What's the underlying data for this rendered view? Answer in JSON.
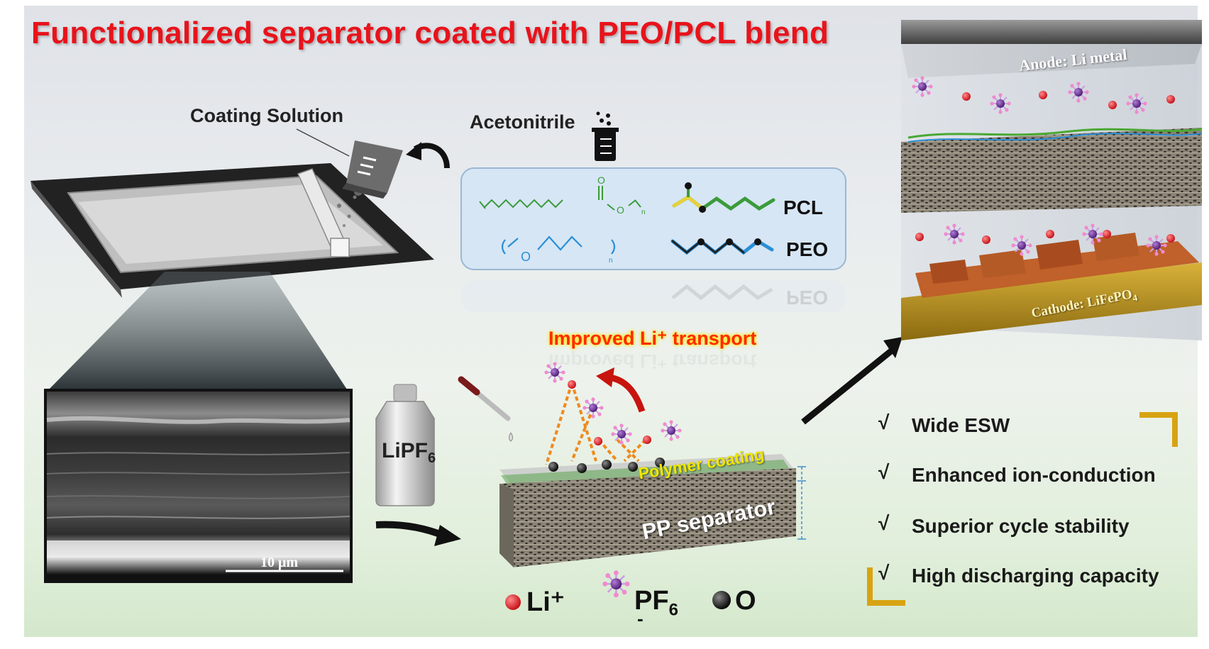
{
  "title": "Functionalized separator coated with PEO/PCL blend",
  "coating_solution_label": "Coating Solution",
  "acetonitrile_label": "Acetonitrile",
  "polymers": {
    "pcl_label": "PCL",
    "peo_label": "PEO",
    "carbonyl_o": "O",
    "ester_o": "O",
    "ether_o": "O",
    "subscript_n": "n"
  },
  "improved_transport": "Improved Li⁺ transport",
  "bottle_label": "LiPF",
  "bottle_sub": "6",
  "sem_scale": "10 μm",
  "coating_label": "Polymer coating",
  "separator_label": "PP separator",
  "legend": {
    "li": "Li⁺",
    "pf6": "PF",
    "pf6_sub": "6",
    "pf6_charge": "-",
    "o": "O"
  },
  "battery": {
    "anode": "Anode: Li metal",
    "cathode": "Cathode: LiFePO",
    "cathode_sub": "4"
  },
  "features": {
    "check": "√",
    "items": [
      "Wide ESW",
      "Enhanced ion-conduction",
      "Superior cycle stability",
      "High discharging capacity"
    ]
  },
  "colors": {
    "title": "#e8131b",
    "li_ion": "#e3141b",
    "pf6": "#6a2c91",
    "oxygen": "#1b1b1b",
    "pcl_chain": "#4aa832",
    "peo_chain": "#2a8fd6",
    "copper": "#c0602a",
    "gold_frame": "#d8a312"
  }
}
